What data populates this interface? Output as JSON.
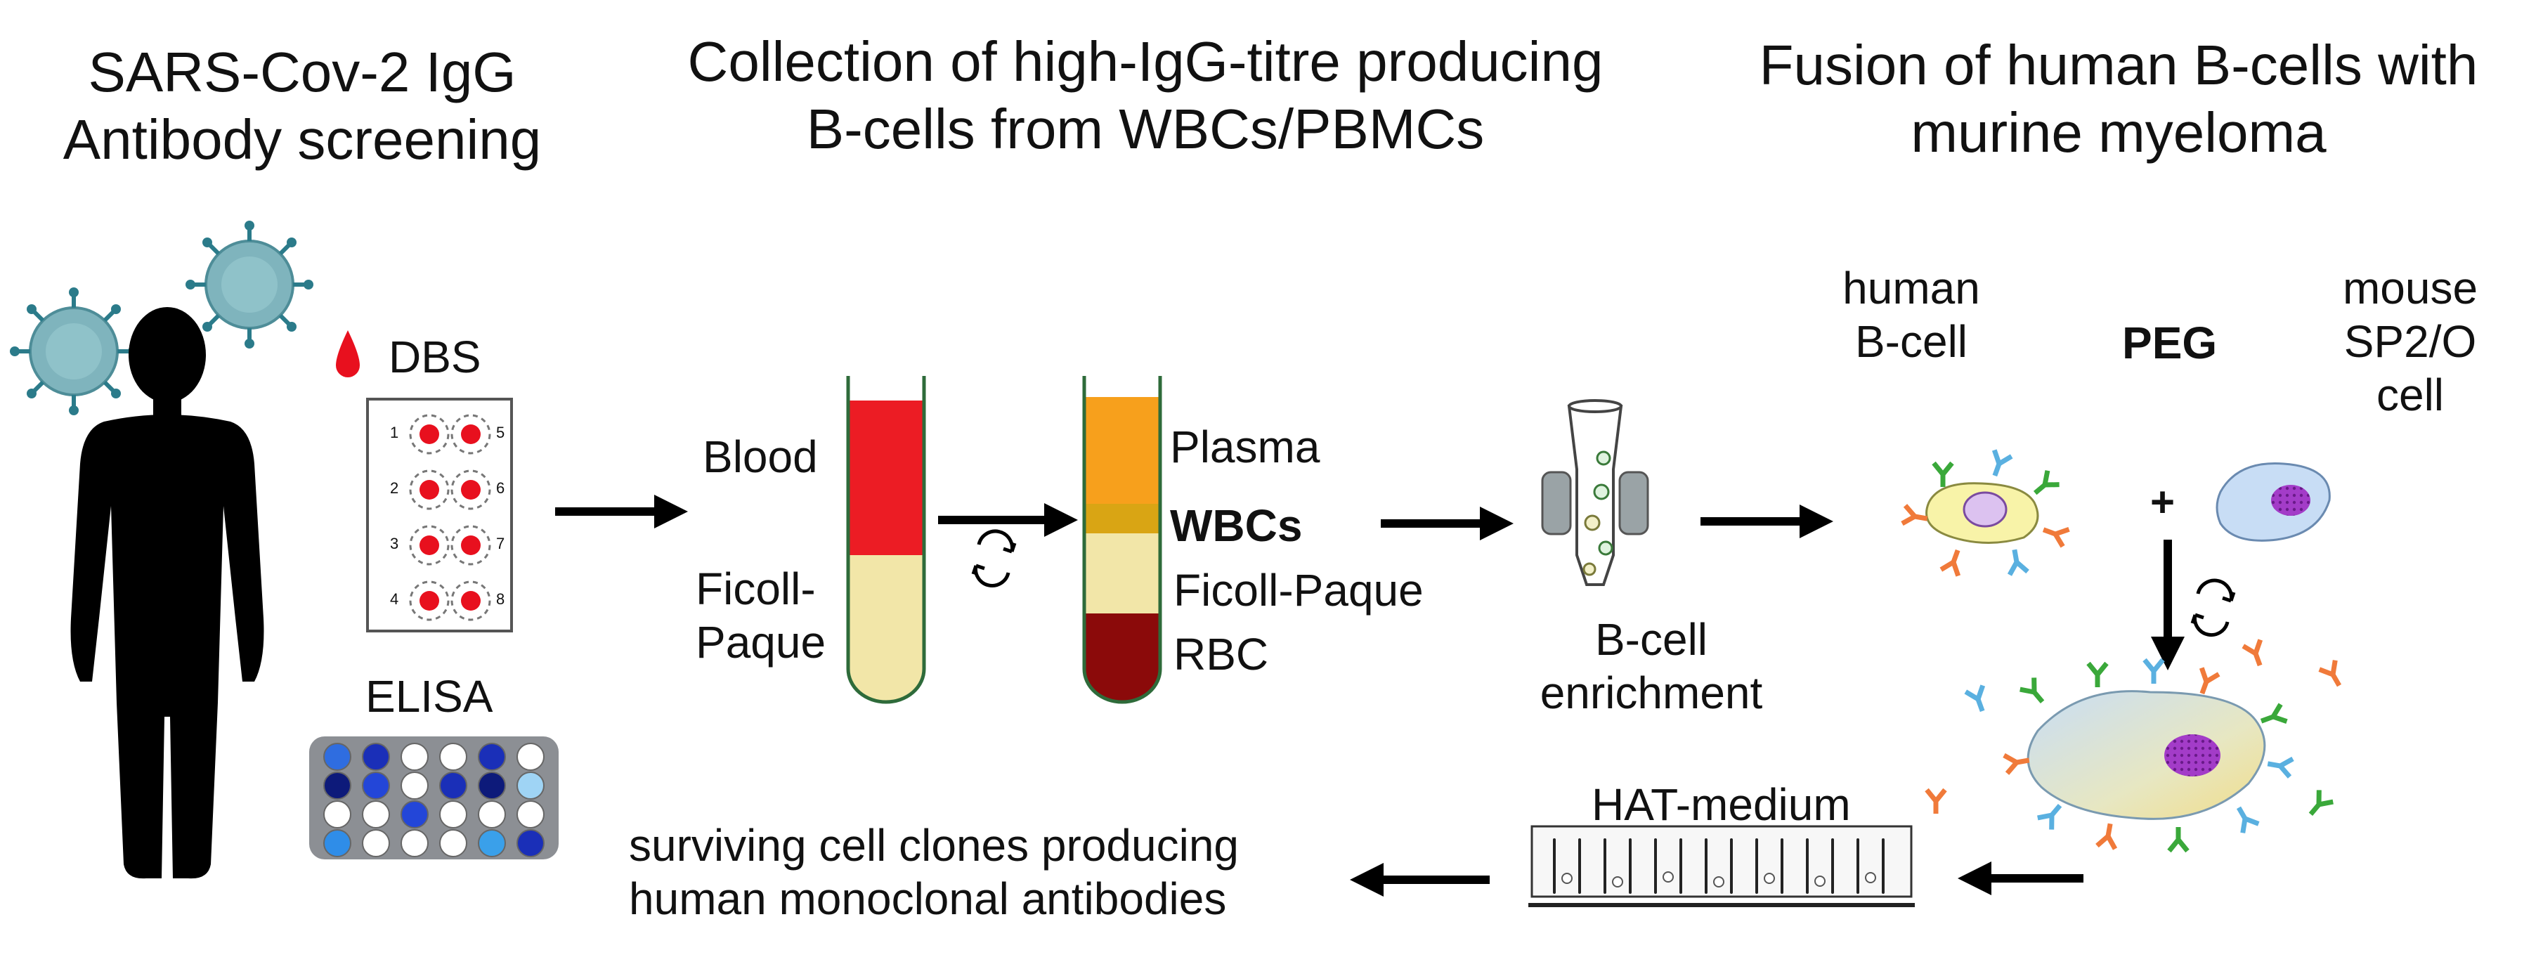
{
  "headings": {
    "screening": [
      "SARS-Cov-2 IgG",
      "Antibody screening"
    ],
    "collection": [
      "Collection of high-IgG-titre producing",
      "B-cells from WBCs/PBMCs"
    ],
    "fusion": [
      "Fusion of human B-cells with",
      "murine myeloma"
    ]
  },
  "screening": {
    "dbs_label": "DBS",
    "dbs_spot_numbers": [
      "1",
      "2",
      "3",
      "4",
      "5",
      "6",
      "7",
      "8"
    ],
    "elisa_label": "ELISA"
  },
  "tube1": {
    "blood": "Blood",
    "ficoll": [
      "Ficoll-",
      "Paque"
    ]
  },
  "tube2": {
    "plasma": "Plasma",
    "wbcs": "WBCs",
    "ficoll": "Ficoll-Paque",
    "rbc": "RBC"
  },
  "enrichment": [
    "B-cell",
    "enrichment"
  ],
  "fusion": {
    "human": [
      "human",
      "B-cell"
    ],
    "peg": "PEG",
    "mouse": [
      "mouse",
      "SP2/O",
      "cell"
    ],
    "plus": "+"
  },
  "hat_label": "HAT-medium",
  "result": [
    "surviving cell clones producing",
    "human monoclonal antibodies"
  ],
  "colors": {
    "blood": "#ec1c24",
    "ficoll": "#f2e6a8",
    "plasma": "#f7a01c",
    "wbc": "#d9a514",
    "rbc": "#8b0a0a",
    "tube_outline": "#2e6b3a",
    "spot": "#e8101e",
    "plate": "#8c8f94"
  }
}
